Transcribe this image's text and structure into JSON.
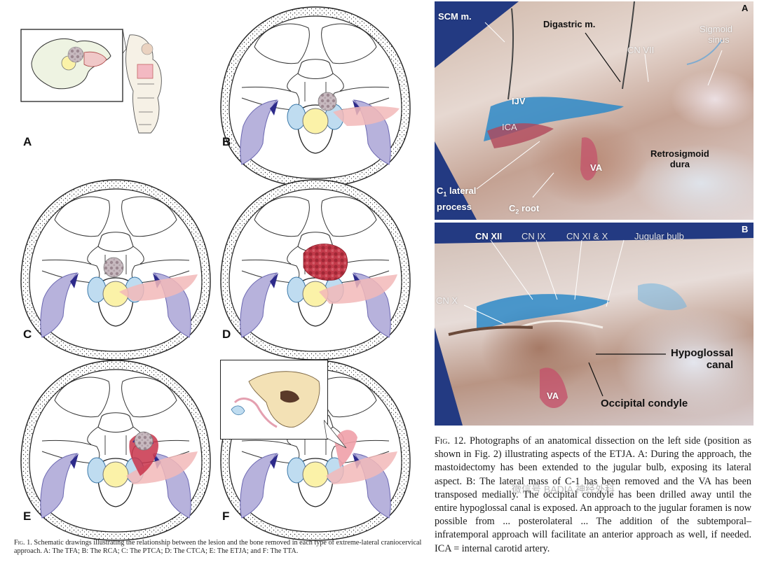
{
  "figure1": {
    "panels": [
      {
        "letter": "A"
      },
      {
        "letter": "B"
      },
      {
        "letter": "C"
      },
      {
        "letter": "D"
      },
      {
        "letter": "E"
      },
      {
        "letter": "F"
      }
    ],
    "caption_fig": "Fig. 1.",
    "caption_text": "Schematic drawings illustrating the relationship between the lesion and the bone removed in each type of extreme-lateral craniocervical approach. A: The TFA; B: The RCA; C: The PTCA; D: The CTCA; E: The ETJA; and F: The TTA."
  },
  "figure12": {
    "photoA": {
      "letter": "A",
      "labels": {
        "scm": "SCM m.",
        "digastric": "Digastric m.",
        "cnvii": "CN VII",
        "sigmoid1": "Sigmoid",
        "sigmoid2": "sinus",
        "ijv": "IJV",
        "ica": "ICA",
        "va": "VA",
        "retro1": "Retrosigmoid",
        "retro2": "dura",
        "c1a": "C",
        "c1sub": "1",
        "c1b": " lateral",
        "c1c": "process",
        "c2a": "C",
        "c2sub": "2",
        "c2b": " root"
      }
    },
    "photoB": {
      "letter": "B",
      "labels": {
        "cnxii": "CN XII",
        "cnix": "CN IX",
        "cnxi": "CN XI & X",
        "jugular": "Jugular bulb",
        "cnx": "CN X",
        "hypo1": "Hypoglossal",
        "hypo2": "canal",
        "va": "VA",
        "occ": "Occipital condyle"
      }
    },
    "caption_fig": "Fig. 12.",
    "caption_text": "Photographs of an anatomical dissection on the left side (position as shown in Fig. 2) illustrating aspects of the ETJA. A: During the approach, the mastoidectomy has been extended to the jugular bulb, exposing its lateral aspect. B: The lateral mass of C-1 has been removed and the VA has been transposed medially. The occipital condyle has been drilled away until the entire hypoglossal canal is exposed. An approach to the jugular foramen is now possible from ... posterolateral ... The addition of the subtemporal–infratemporal approach will facilitate an anterior approach as well, if needed. ICA = internal carotid artery."
  },
  "watermark": "微信号 BADIA 神经外科"
}
